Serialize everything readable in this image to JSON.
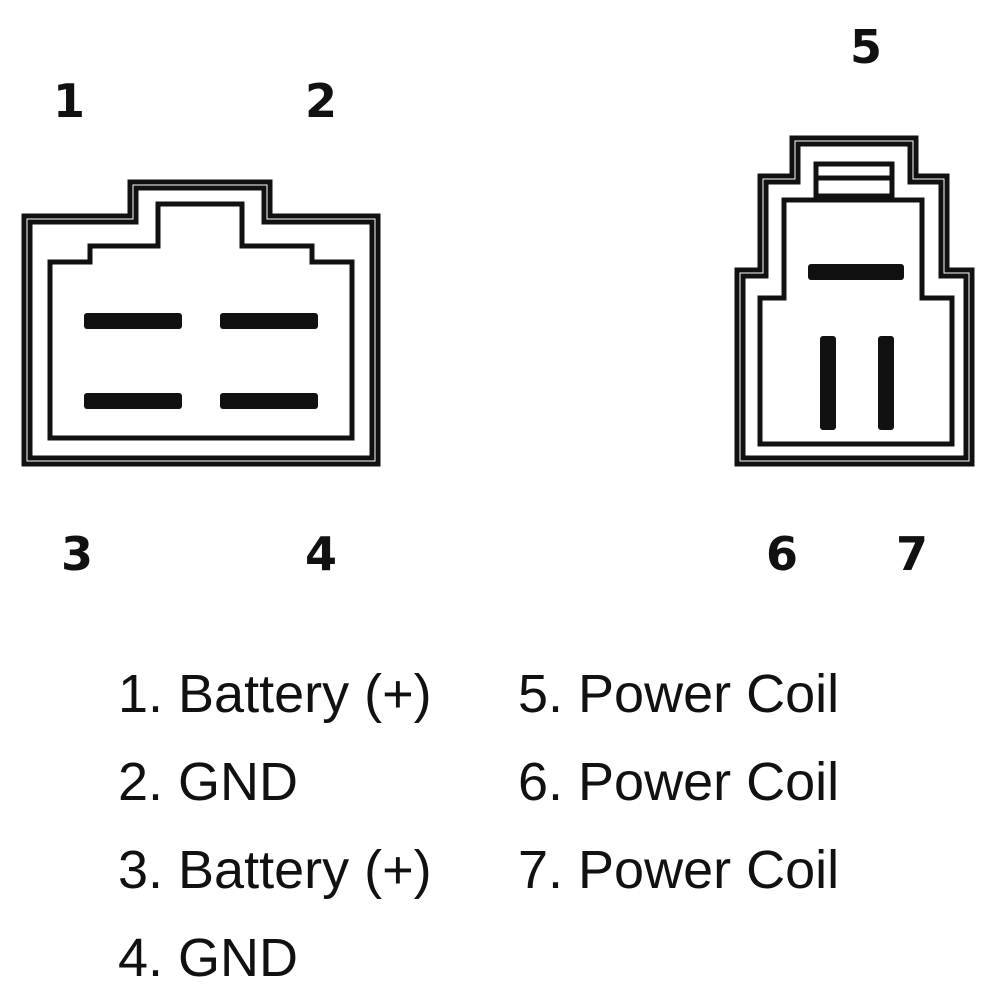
{
  "colors": {
    "stroke": "#111111",
    "background": "#ffffff"
  },
  "connector_a": {
    "pins": [
      {
        "number": "1"
      },
      {
        "number": "2"
      },
      {
        "number": "3"
      },
      {
        "number": "4"
      }
    ]
  },
  "connector_b": {
    "pins": [
      {
        "number": "5"
      },
      {
        "number": "6"
      },
      {
        "number": "7"
      }
    ]
  },
  "legend": {
    "left": [
      "1. Battery (+)",
      "2. GND",
      "3. Battery (+)",
      "4. GND"
    ],
    "right": [
      "5. Power Coil",
      "6. Power Coil",
      "7. Power Coil"
    ]
  }
}
